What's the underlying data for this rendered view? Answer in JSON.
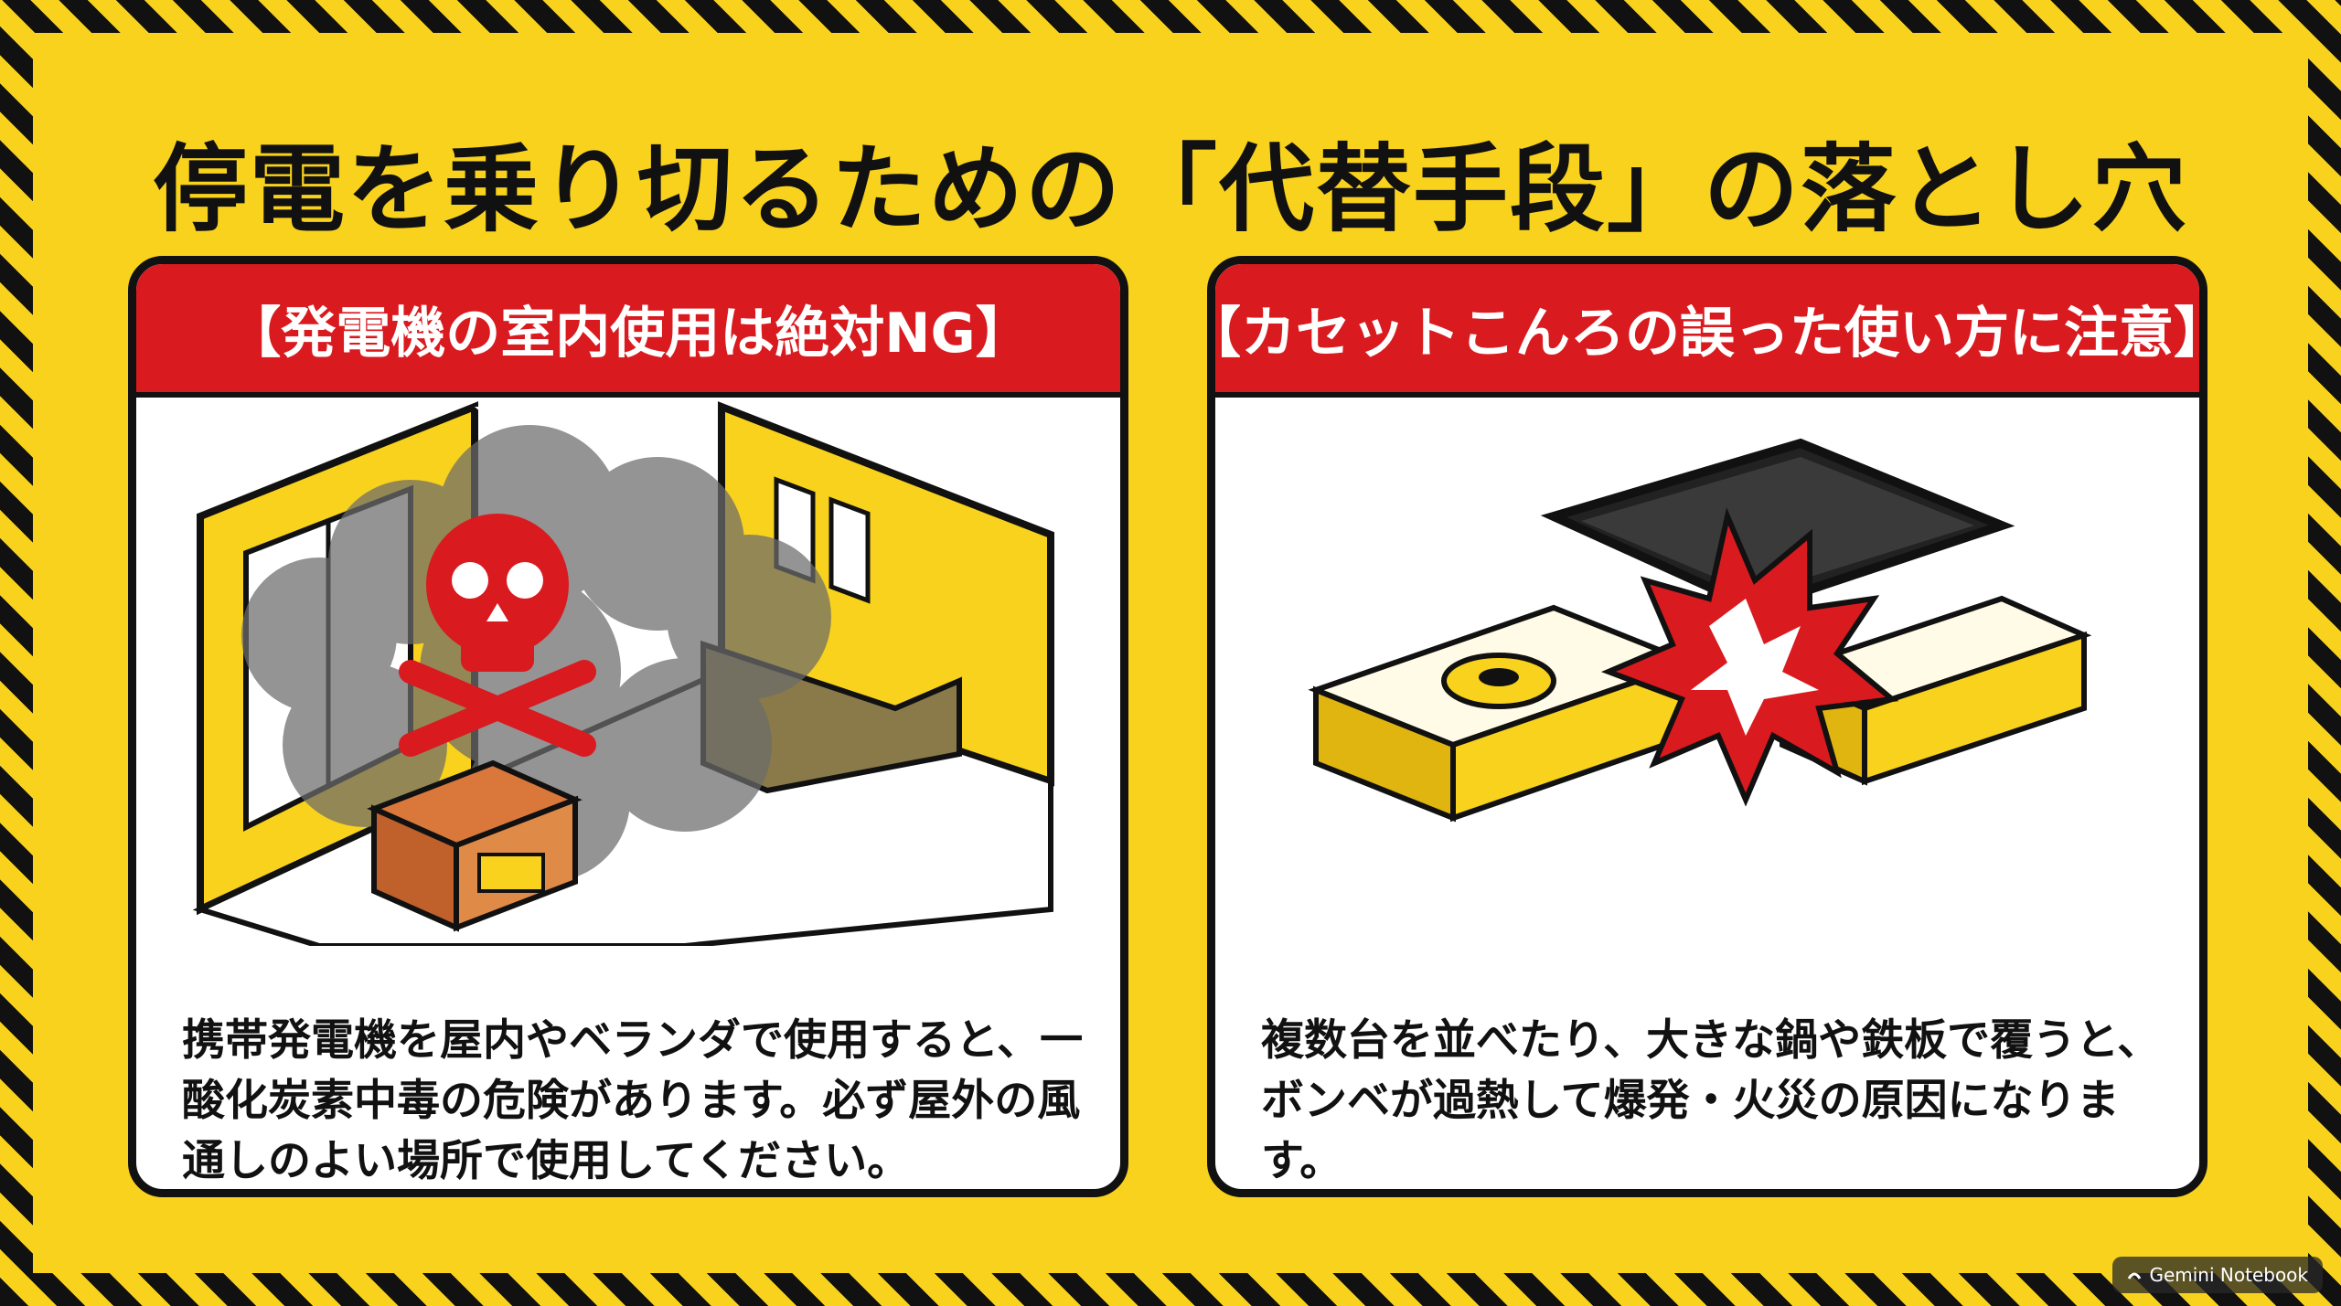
{
  "title": "停電を乗り切るための「代替手段」の落とし穴",
  "panels": [
    {
      "header": "【発電機の室内使用は絶対NG】",
      "illustration": "indoor-generator-co-poisoning",
      "body": "携帯発電機を屋内やベランダで使用すると、一酸化炭素中毒の危険があります。必ず屋外の風通しのよい場所で使用してください。"
    },
    {
      "header": "【カセットこんろの誤った使い方に注意】",
      "illustration": "cassette-stove-explosion",
      "body": "複数台を並べたり、大きな鍋や鉄板で覆うと、ボンベが過熱して爆発・火災の原因になります。"
    }
  ],
  "watermark": "Gemini Notebook",
  "colors": {
    "background": "#f8d21c",
    "stripe": "#111111",
    "header": "#d91a1f",
    "panel": "#ffffff"
  }
}
